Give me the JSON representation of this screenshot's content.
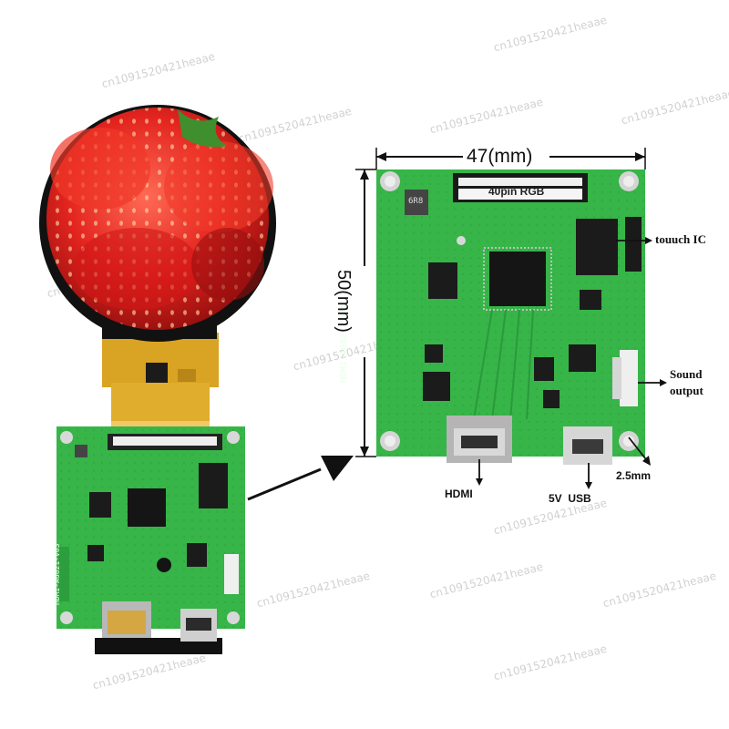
{
  "board": {
    "connector_label": "40pin RGB",
    "silkscreen": "HDMI-A6821-V03",
    "chip_marking": "6R8"
  },
  "dimensions": {
    "width": "47(mm)",
    "height": "50(mm)"
  },
  "callouts": {
    "touch_ic": "touuch IC",
    "sound_output_line1": "Sound",
    "sound_output_line2": "output",
    "mount_hole": "2.5mm",
    "hdmi": "HDMI",
    "usb": "5V  USB"
  },
  "watermark": "cn1091520421heaae",
  "colors": {
    "pcb": "#37b548",
    "pcb_dark": "#1f8a32",
    "lcd_frame": "#111111",
    "strawberry": "#e3241f",
    "fpc": "#d9a323"
  },
  "icons": [
    "arrow-icon",
    "strawberry-photo"
  ]
}
